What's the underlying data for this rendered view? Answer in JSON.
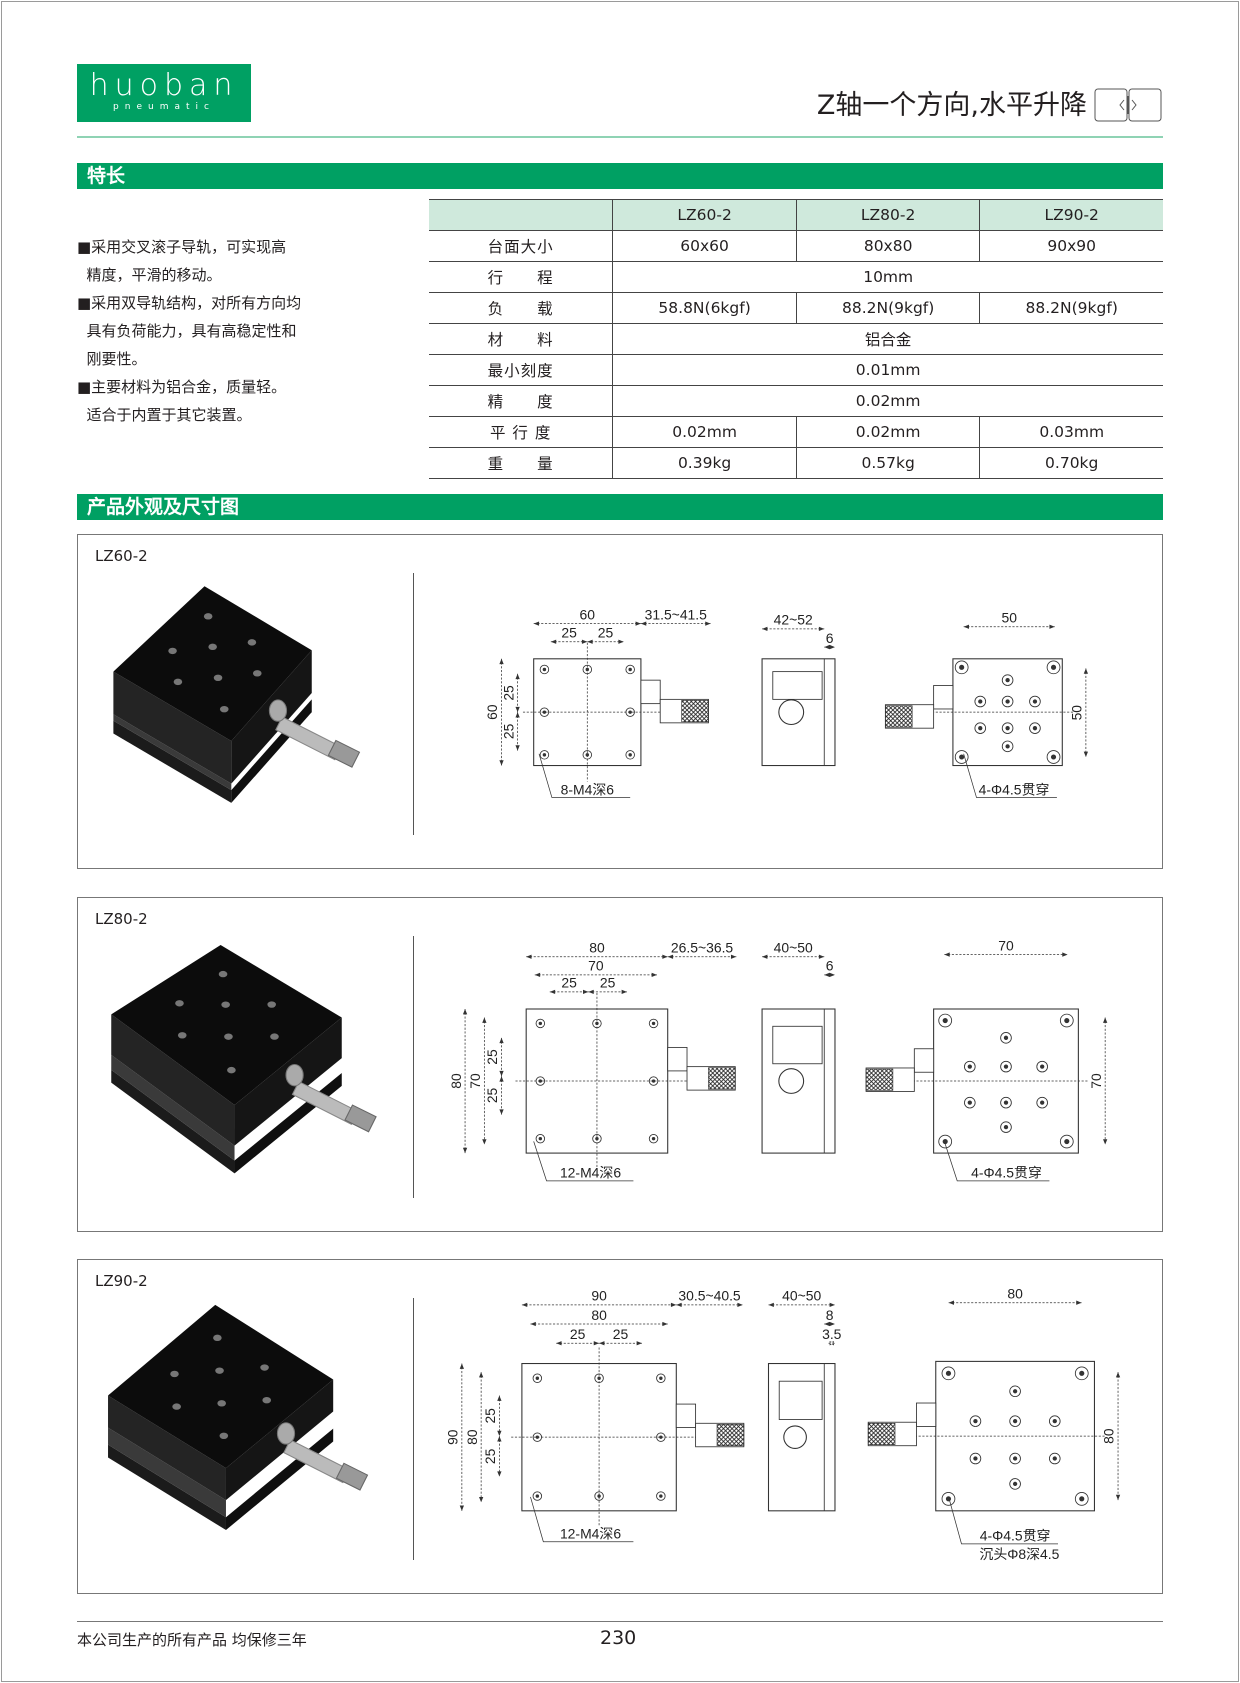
{
  "header": {
    "logo_text": "huoban",
    "logo_sub": "pneumatic",
    "title": "Z轴一个方向,水平升降",
    "title_icon": "z-axis-stage-icon"
  },
  "features": {
    "section_title": "特长",
    "lines": [
      "■采用交叉滚子导轨，可实现高",
      "  精度，平滑的移动。",
      "■采用双导轨结构，对所有方向均",
      "  具有负荷能力，具有高稳定性和",
      "  刚要性。",
      "■主要材料为铝合金，质量轻。",
      "  适合于内置于其它装置。"
    ]
  },
  "spec_table": {
    "headers": [
      "",
      "LZ60-2",
      "LZ80-2",
      "LZ90-2"
    ],
    "rows": [
      {
        "label": "台面大小",
        "values": [
          "60x60",
          "80x80",
          "90x90"
        ]
      },
      {
        "label": "行　　程",
        "values": [
          "10mm"
        ]
      },
      {
        "label": "负　　载",
        "values": [
          "58.8N(6kgf)",
          "88.2N(9kgf)",
          "88.2N(9kgf)"
        ]
      },
      {
        "label": "材　　料",
        "values": [
          "铝合金"
        ]
      },
      {
        "label": "最小刻度",
        "values": [
          "0.01mm"
        ]
      },
      {
        "label": "精　　度",
        "values": [
          "0.02mm"
        ]
      },
      {
        "label": "平 行 度",
        "values": [
          "0.02mm",
          "0.02mm",
          "0.03mm"
        ]
      },
      {
        "label": "重　　量",
        "values": [
          "0.39kg",
          "0.57kg",
          "0.70kg"
        ]
      }
    ]
  },
  "drawings": {
    "section_title": "产品外观及尺寸图",
    "panels": [
      {
        "model": "LZ60-2",
        "dims": [
          "60",
          "31.5~41.5",
          "25",
          "25",
          "60",
          "25",
          "25",
          "42~52",
          "6",
          "50",
          "50"
        ],
        "notes": [
          "8-M4深6",
          "4-Φ4.5贯穿"
        ]
      },
      {
        "model": "LZ80-2",
        "dims": [
          "80",
          "26.5~36.5",
          "70",
          "25",
          "25",
          "80",
          "70",
          "25",
          "25",
          "40~50",
          "6",
          "70",
          "70"
        ],
        "notes": [
          "12-M4深6",
          "4-Φ4.5贯穿"
        ]
      },
      {
        "model": "LZ90-2",
        "dims": [
          "90",
          "30.5~40.5",
          "80",
          "25",
          "25",
          "90",
          "80",
          "25",
          "25",
          "40~50",
          "8",
          "3.5",
          "80",
          "80"
        ],
        "notes": [
          "12-M4深6",
          "4-Φ4.5贯穿",
          "沉头Φ8深4.5"
        ]
      }
    ]
  },
  "footer": {
    "warranty": "本公司生产的所有产品  均保修三年",
    "page_number": "230"
  },
  "colors": {
    "brand_green": "#00a063",
    "table_header": "#cfe9dc",
    "rule": "#8fd3b4"
  }
}
